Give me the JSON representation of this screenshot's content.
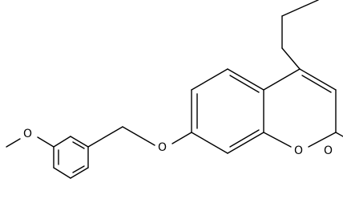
{
  "molecule": {
    "bond_color": "#000000",
    "background_color": "#ffffff",
    "atoms": {
      "methoxy_oxygen": "O",
      "ether_oxygen": "O",
      "ring_oxygen": "O",
      "carbonyl_oxygen": "O"
    }
  }
}
